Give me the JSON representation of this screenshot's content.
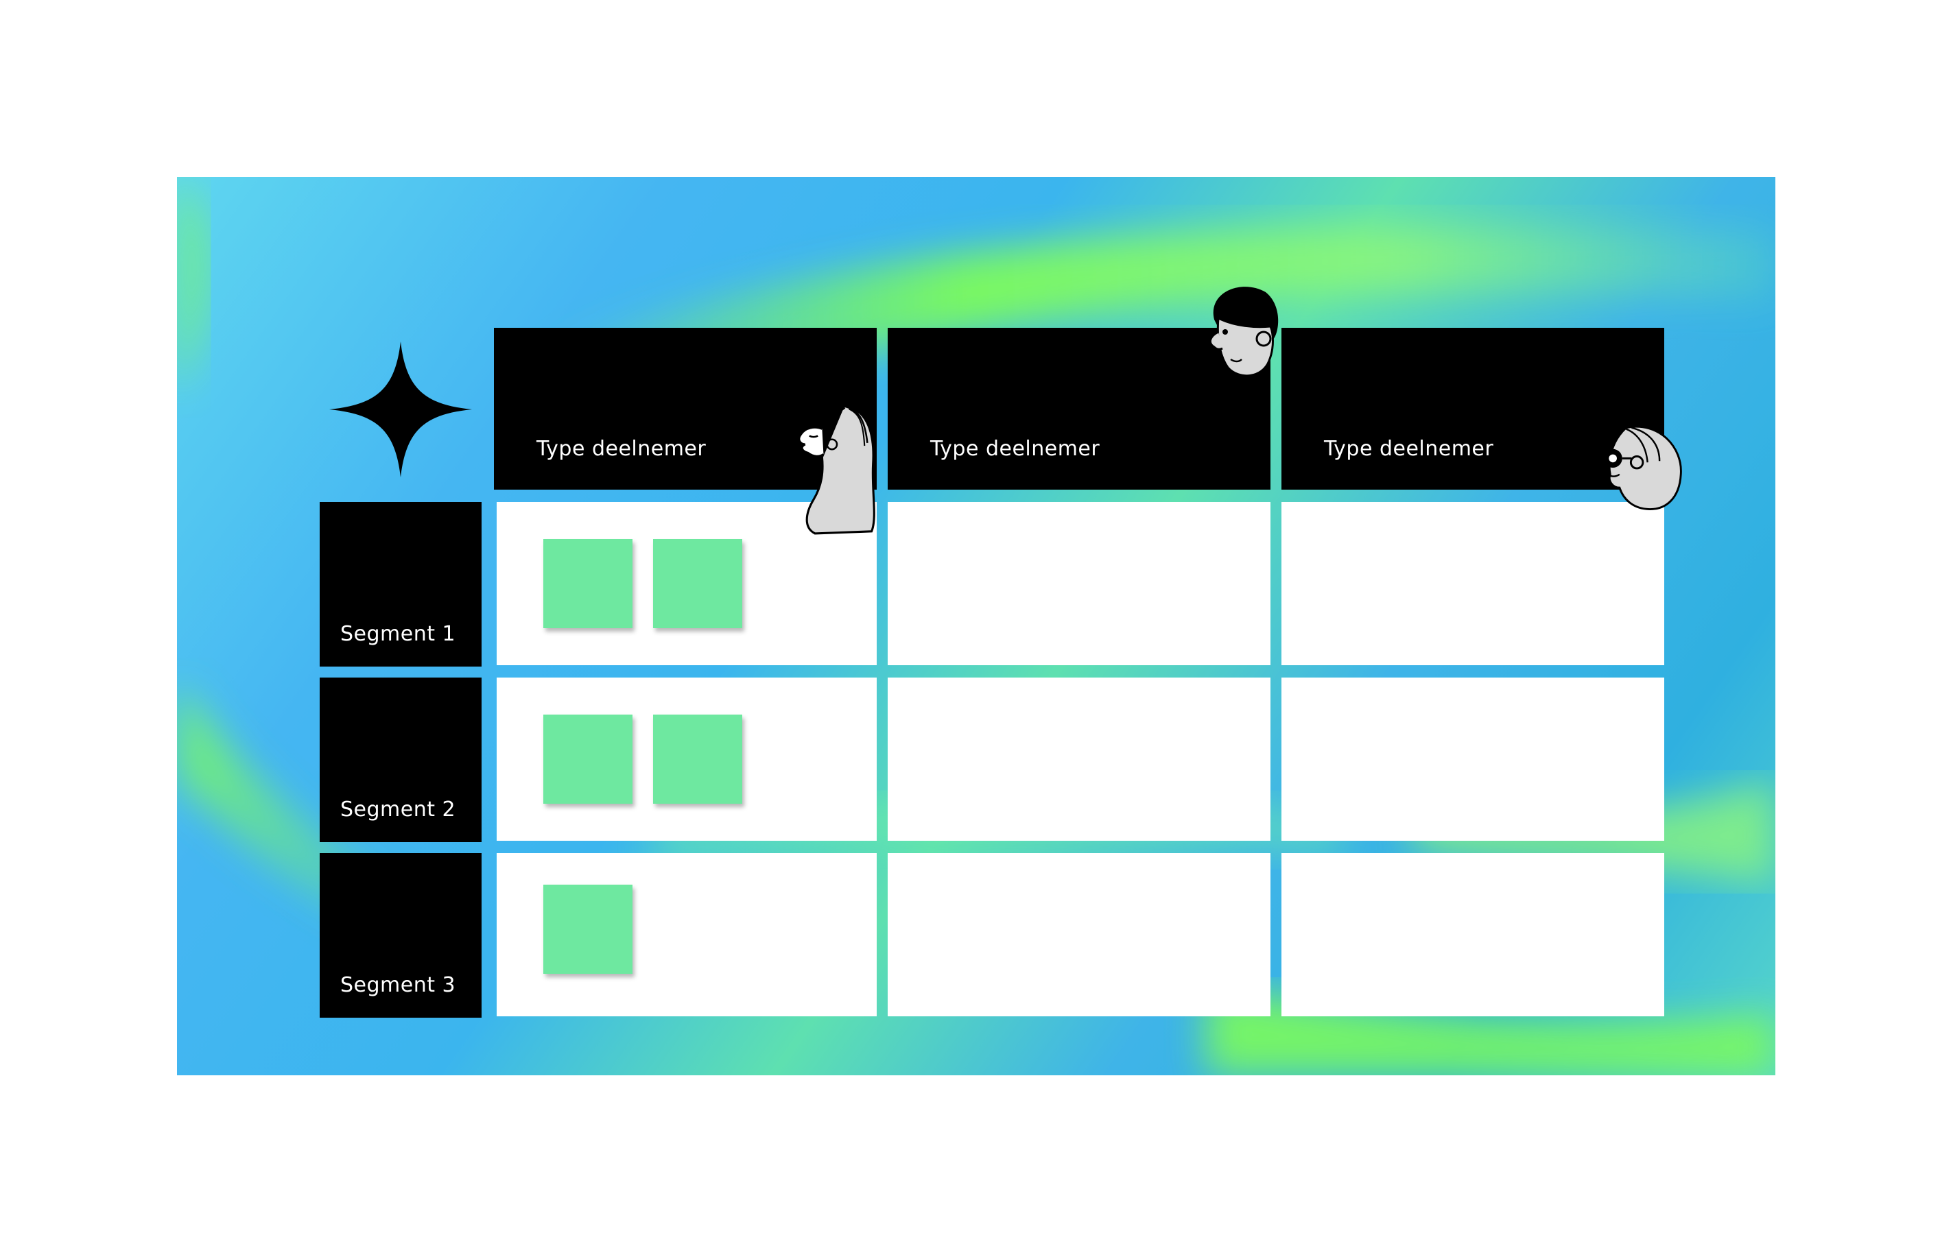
{
  "board": {
    "columns": [
      {
        "label": "Type deelnemer"
      },
      {
        "label": "Type deelnemer"
      },
      {
        "label": "Type deelnemer"
      }
    ],
    "rows": [
      {
        "label": "Segment 1",
        "sticky_notes": 2
      },
      {
        "label": "Segment 2",
        "sticky_notes": 2
      },
      {
        "label": "Segment 3",
        "sticky_notes": 1
      }
    ],
    "colors": {
      "header": "#000000",
      "cell": "#ffffff",
      "sticky": "#6ee8a0"
    },
    "icons": [
      "sparkle-icon",
      "person-avatar-icon"
    ]
  }
}
